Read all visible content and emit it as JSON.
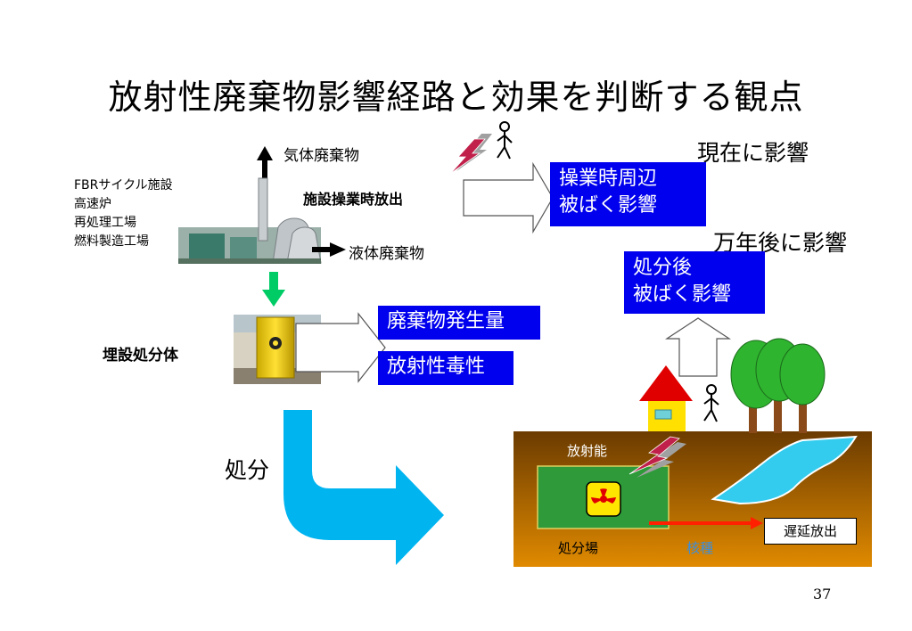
{
  "title": "放射性廃棄物影響経路と効果を判断する観点",
  "facility": {
    "lines": [
      "FBRサイクル施設",
      "高速炉",
      "再処理工場",
      "燃料製造工場"
    ]
  },
  "gas_waste": "気体廃棄物",
  "liquid_waste": "液体廃棄物",
  "operation_release": "施設操業時放出",
  "present_impact": "現在に影響",
  "operation_box": [
    "操業時周辺",
    "被ばく影響"
  ],
  "future_impact": "万年後に影響",
  "disposal_box": [
    "処分後",
    "被ばく影響"
  ],
  "waste_body": "埋設処分体",
  "waste_amount": "廃棄物発生量",
  "toxicity": "放射性毒性",
  "disposal": "処分",
  "radioactivity": "放射能",
  "repository": "処分場",
  "nuclide": "核種",
  "delayed_release": "遅延放出",
  "page_number": "37",
  "colors": {
    "blue_box": "#0000ee",
    "ground_top": "#e08a00",
    "ground_bottom": "#6b3b00",
    "repository_green": "#2e9a3a",
    "river": "#33ccee",
    "tree": "#2fb42f",
    "arrow_cyan": "#00b4f0",
    "arrow_green": "#00cc66",
    "lightning_red": "#c0204a"
  }
}
